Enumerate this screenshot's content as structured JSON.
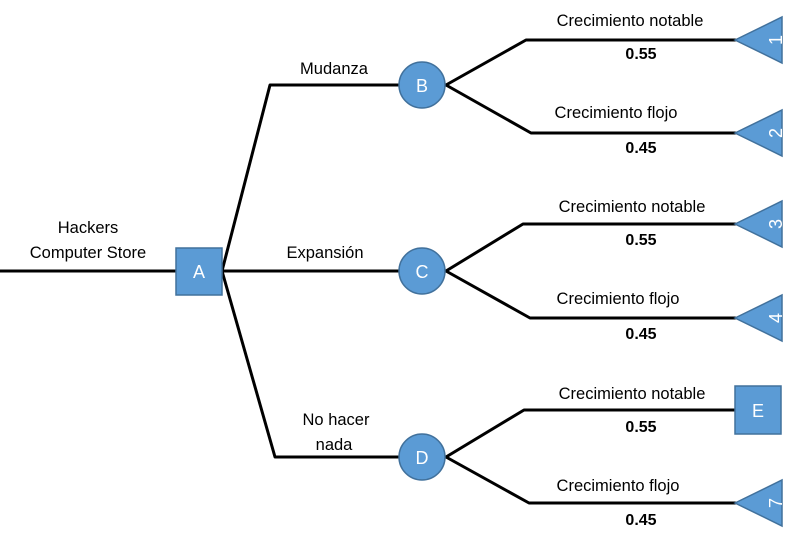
{
  "root": {
    "title_line1": "Hackers",
    "title_line2": "Computer Store"
  },
  "decision": {
    "label": "A",
    "color": "#5B9BD5"
  },
  "options": [
    {
      "name": "Mudanza",
      "node": "B"
    },
    {
      "name": "Expansión",
      "node": "C"
    },
    {
      "name_line1": "No hacer",
      "name_line2": "nada",
      "node": "D"
    }
  ],
  "outcomes": [
    {
      "label": "Crecimiento notable",
      "prob": "0.55",
      "terminal": "1"
    },
    {
      "label": "Crecimiento flojo",
      "prob": "0.45",
      "terminal": "2"
    },
    {
      "label": "Crecimiento notable",
      "prob": "0.55",
      "terminal": "3"
    },
    {
      "label": "Crecimiento flojo",
      "prob": "0.45",
      "terminal": "4"
    },
    {
      "label": "Crecimiento notable",
      "prob": "0.55",
      "terminal": "E"
    },
    {
      "label": "Crecimiento flojo",
      "prob": "0.45",
      "terminal": "7"
    }
  ]
}
